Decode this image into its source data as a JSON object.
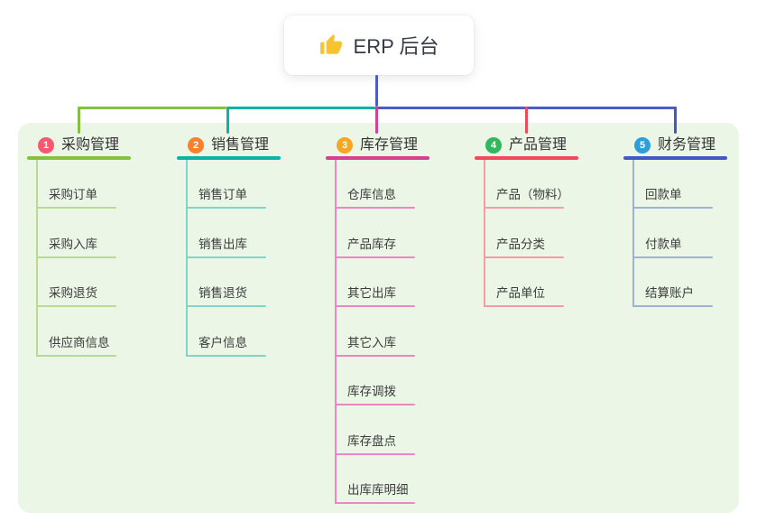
{
  "root": {
    "label": "ERP 后台",
    "icon": "thumbs-up-icon"
  },
  "colors": {
    "page_bg": "#ffffff",
    "panel_bg": "#ebf6e7",
    "root_line": "#4a5cc5",
    "heading_text": "#333333",
    "item_text": "#3c3c3c"
  },
  "branches": [
    {
      "index": "1",
      "label": "采购管理",
      "badge_color": "#f6596f",
      "line_color": "#84c043",
      "sub_line_color": "#b7dc8f",
      "children": [
        "采购订单",
        "采购入库",
        "采购退货",
        "供应商信息"
      ]
    },
    {
      "index": "2",
      "label": "销售管理",
      "badge_color": "#f7812e",
      "line_color": "#0db3a2",
      "sub_line_color": "#7ed5c9",
      "children": [
        "销售订单",
        "销售出库",
        "销售退货",
        "客户信息"
      ]
    },
    {
      "index": "3",
      "label": "库存管理",
      "badge_color": "#f5a623",
      "line_color": "#d6408f",
      "sub_line_color": "#ec87c1",
      "children": [
        "仓库信息",
        "产品库存",
        "其它出库",
        "其它入库",
        "库存调拨",
        "库存盘点",
        "出库库明细"
      ]
    },
    {
      "index": "4",
      "label": "产品管理",
      "badge_color": "#30b85c",
      "line_color": "#f2495c",
      "sub_line_color": "#f79aa5",
      "children": [
        "产品（物料）",
        "产品分类",
        "产品单位"
      ]
    },
    {
      "index": "5",
      "label": "财务管理",
      "badge_color": "#2b9fd9",
      "line_color": "#4258c8",
      "sub_line_color": "#9fb0da",
      "children": [
        "回款单",
        "付款单",
        "结算账户"
      ]
    }
  ]
}
